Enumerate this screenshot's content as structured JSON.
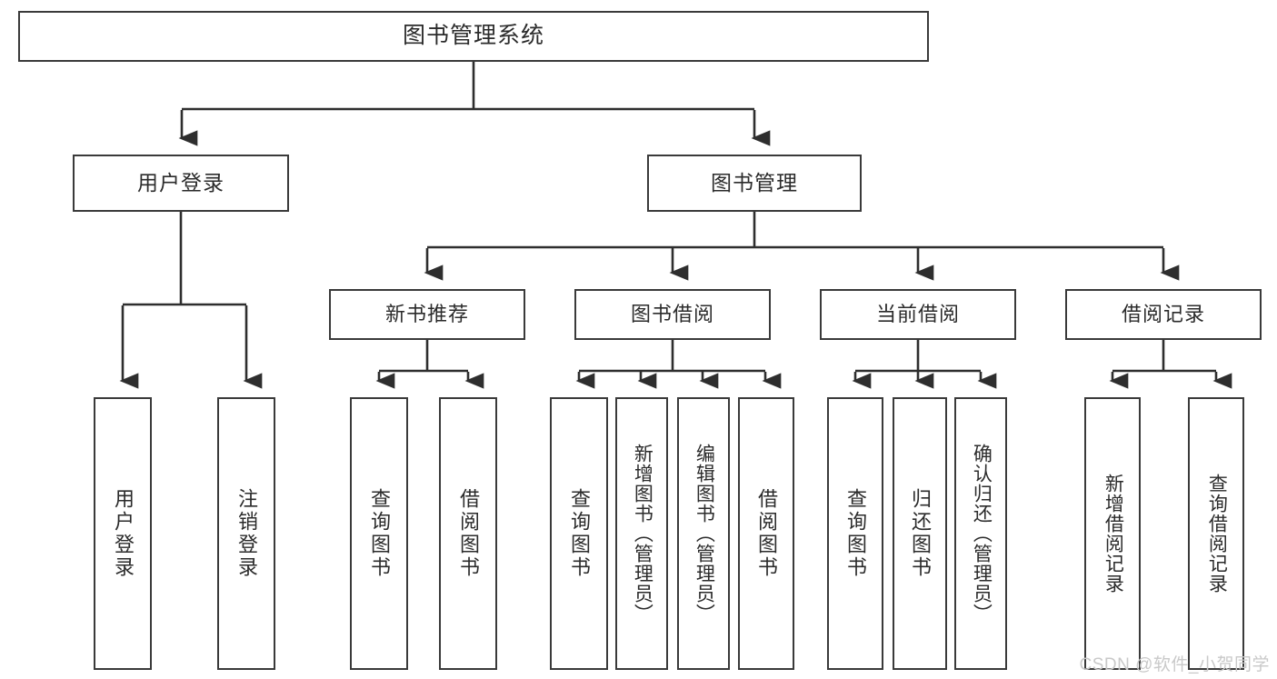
{
  "diagram": {
    "type": "tree",
    "title": "图书管理系统",
    "root": {
      "label": "图书管理系统"
    },
    "level1": [
      {
        "label": "用户登录"
      },
      {
        "label": "图书管理"
      }
    ],
    "level2": [
      {
        "label": "新书推荐"
      },
      {
        "label": "图书借阅"
      },
      {
        "label": "当前借阅"
      },
      {
        "label": "借阅记录"
      }
    ],
    "leaves": [
      {
        "label": "用户登录"
      },
      {
        "label": "注销登录"
      },
      {
        "label": "查询图书"
      },
      {
        "label": "借阅图书"
      },
      {
        "label": "查询图书"
      },
      {
        "label": "新增图书（管理员）"
      },
      {
        "label": "编辑图书（管理员）"
      },
      {
        "label": "借阅图书"
      },
      {
        "label": "查询图书"
      },
      {
        "label": "归还图书"
      },
      {
        "label": "确认归还（管理员）"
      },
      {
        "label": "新增借阅记录"
      },
      {
        "label": "查询借阅记录"
      }
    ]
  },
  "watermark": {
    "text": "CSDN @软件_小贺同学"
  },
  "colors": {
    "border": "#3a3a3a",
    "text": "#2b2b2b",
    "background": "#ffffff",
    "watermark": "#c9c9c9"
  }
}
